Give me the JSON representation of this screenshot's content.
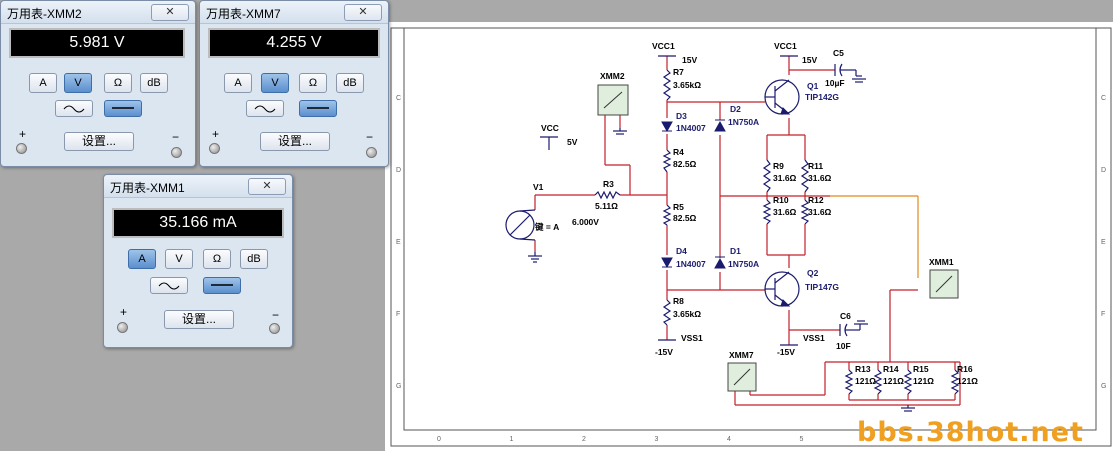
{
  "multimeters": [
    {
      "id": "xmm2",
      "title": "万用表-XMM2",
      "close_glyph": "✕",
      "reading": "5.981 V",
      "active_mode": "V",
      "active_wave": "dc",
      "modes": [
        "A",
        "V",
        "Ω",
        "dB"
      ],
      "settings_label": "设置...",
      "plus": "+",
      "minus": "−"
    },
    {
      "id": "xmm7",
      "title": "万用表-XMM7",
      "close_glyph": "✕",
      "reading": "4.255 V",
      "active_mode": "V",
      "active_wave": "dc",
      "modes": [
        "A",
        "V",
        "Ω",
        "dB"
      ],
      "settings_label": "设置...",
      "plus": "+",
      "minus": "−"
    },
    {
      "id": "xmm1",
      "title": "万用表-XMM1",
      "close_glyph": "✕",
      "reading": "35.166 mA",
      "active_mode": "A",
      "active_wave": "dc",
      "modes": [
        "A",
        "V",
        "Ω",
        "dB"
      ],
      "settings_label": "设置...",
      "plus": "+",
      "minus": "−"
    }
  ],
  "schematic": {
    "border_rows": [
      "C",
      "D",
      "E",
      "F",
      "G"
    ],
    "border_cols": [
      "0",
      "1",
      "2",
      "3",
      "4",
      "5"
    ],
    "labels": {
      "vcc1_left": "VCC1",
      "v15_left": "15V",
      "r7": "R7",
      "r7_val": "3.65kΩ",
      "xmm2": "XMM2",
      "d3": "D3",
      "d3_part": "1N4007",
      "r4": "R4",
      "r4_val": "82.5Ω",
      "vcc": "VCC",
      "vcc_val": "5V",
      "v1": "V1",
      "r3": "R3",
      "r3_val": "5.11Ω",
      "key": "键 = A",
      "src_val": "6.000V",
      "r5": "R5",
      "r5_val": "82.5Ω",
      "d4": "D4",
      "d4_part": "1N4007",
      "r8": "R8",
      "r8_val": "3.65kΩ",
      "vss1_left": "VSS1",
      "vn15_left": "-15V",
      "vcc1_right": "VCC1",
      "v15_right": "15V",
      "c5": "C5",
      "c5_val": "10µF",
      "q1": "Q1",
      "q1_part": "TIP142G",
      "d2": "D2",
      "d2_part": "1N750A",
      "r9": "R9",
      "r9_val": "31.6Ω",
      "r11": "R11",
      "r11_val": "31.6Ω",
      "r10": "R10",
      "r10_val": "31.6Ω",
      "r12": "R12",
      "r12_val": "31.6Ω",
      "d1": "D1",
      "d1_part": "1N750A",
      "q2": "Q2",
      "q2_part": "TIP147G",
      "c6": "C6",
      "vss1_right": "VSS1",
      "c6_val": "10F",
      "vn15_right": "-15V",
      "xmm1": "XMM1",
      "xmm7": "XMM7",
      "r13": "R13",
      "r13_val": "121Ω",
      "r14": "R14",
      "r14_val": "121Ω",
      "r15": "R15",
      "r15_val": "121Ω",
      "r16": "R16",
      "r16_val": "121Ω"
    }
  },
  "watermark": "bbs.38hot.net",
  "colors": {
    "wire": "#c0202a",
    "probe_wire": "#e08a1a",
    "component": "#1b1b6e",
    "label": "#1b1b6e",
    "border": "#555555",
    "workspace": "#a9a9a9"
  }
}
